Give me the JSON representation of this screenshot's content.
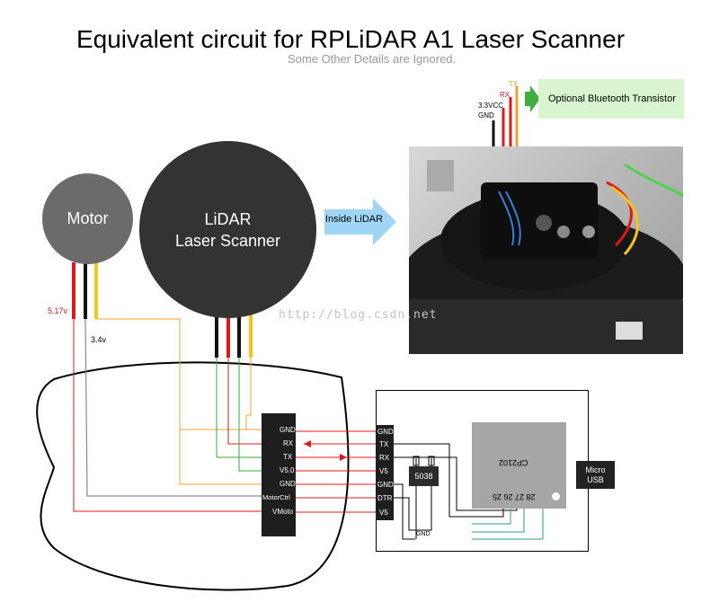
{
  "title": "Equivalent circuit for RPLiDAR A1 Laser Scanner",
  "subtitle": "Some Other Details are Ignored.",
  "bluetooth": {
    "label": "Optional Bluetooth Transistor",
    "wires": [
      "TX",
      "RX",
      "3.3VCC",
      "GND"
    ]
  },
  "motor": {
    "label": "Motor",
    "voltage_red": "5.17v",
    "voltage_gray": "3.4v"
  },
  "lidar": {
    "line1": "LiDAR",
    "line2": "Laser Scanner"
  },
  "inside_arrow": "Inside LiDAR",
  "watermark": "http://blog.csdn.net",
  "left_connector_pins": [
    "GND",
    "RX",
    "TX",
    "V5.0",
    "GND",
    "MotorCtrl",
    "VMoto"
  ],
  "right_connector_pins": [
    "GND",
    "TX",
    "RX",
    "V5",
    "GND",
    "DTR",
    "V5"
  ],
  "chip": "5038",
  "chip_gnd": "GND",
  "cp2102": {
    "label": "CP2102",
    "pins": "28 27 26 25"
  },
  "usb": {
    "line1": "Micro",
    "line2": "USB"
  },
  "colors": {
    "red": "#e0181b",
    "orange": "#f0a030",
    "yellow": "#f5c518",
    "green": "#3aa83a",
    "teal": "#2a9d8f",
    "gray": "#8a8a8a",
    "bt_bg": "#d9f5cf",
    "arrow_blue": "#9fd5f5",
    "arrow_green": "#3fae3f"
  }
}
